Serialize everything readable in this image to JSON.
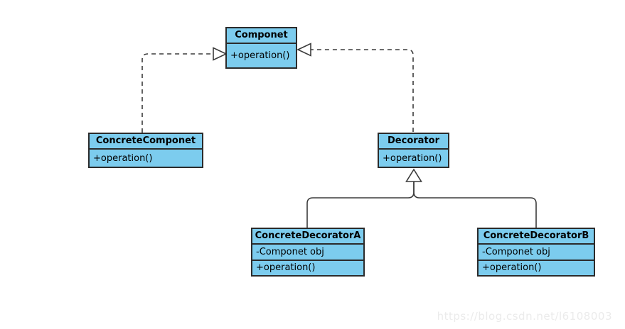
{
  "diagram": {
    "pattern": "Decorator",
    "nodes": [
      {
        "id": "componet",
        "title": "Componet",
        "members": [
          "+operation()"
        ]
      },
      {
        "id": "concrete-componet",
        "title": "ConcreteComponet",
        "members": [
          "+operation()"
        ]
      },
      {
        "id": "decorator",
        "title": "Decorator",
        "members": [
          "+operation()"
        ]
      },
      {
        "id": "concrete-decorator-a",
        "title": "ConcreteDecoratorA",
        "attributes": [
          "-Componet obj"
        ],
        "members": [
          "+operation()"
        ]
      },
      {
        "id": "concrete-decorator-b",
        "title": "ConcreteDecoratorB",
        "attributes": [
          "-Componet obj"
        ],
        "members": [
          "+operation()"
        ]
      }
    ],
    "relationships": [
      {
        "from": "ConcreteComponet",
        "to": "Componet",
        "type": "realization",
        "line": "dashed",
        "arrowhead": "hollow-triangle"
      },
      {
        "from": "Decorator",
        "to": "Componet",
        "type": "realization",
        "line": "dashed",
        "arrowhead": "hollow-triangle"
      },
      {
        "from": "ConcreteDecoratorA",
        "to": "Decorator",
        "type": "generalization",
        "line": "solid",
        "arrowhead": "hollow-triangle"
      },
      {
        "from": "ConcreteDecoratorB",
        "to": "Decorator",
        "type": "generalization",
        "line": "solid",
        "arrowhead": "hollow-triangle"
      }
    ]
  },
  "watermark": {
    "text": "https://blog.csdn.net/l6108003"
  },
  "colors": {
    "canvas": "#FFFFFF",
    "node_fill": "#7CCCEE",
    "node_border": "#2B2B2B",
    "connector_color": "#3B3B3B",
    "watermark_color": "#EBEBEB"
  }
}
